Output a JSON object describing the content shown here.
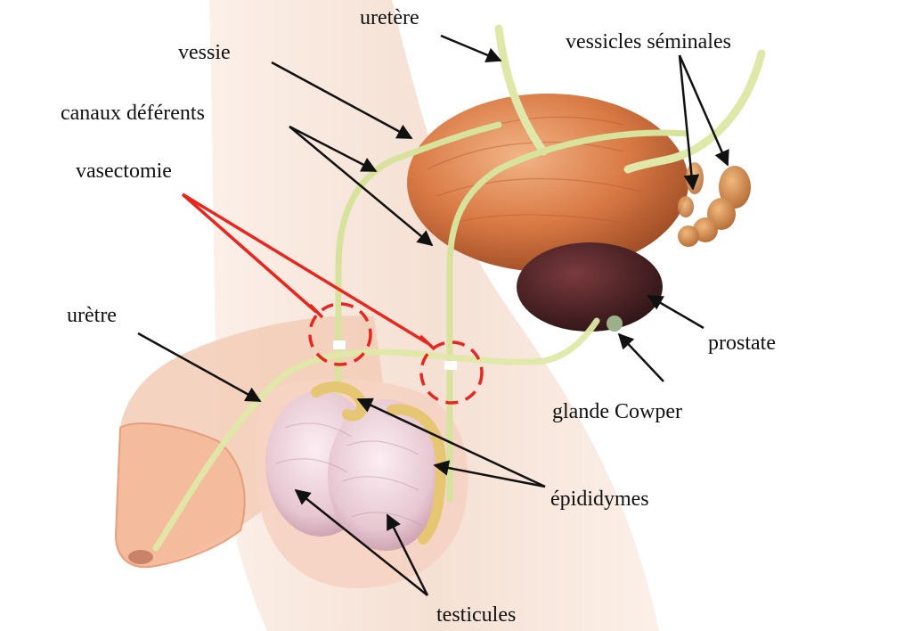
{
  "labels": {
    "uretere": "uretère",
    "vessie": "vessie",
    "vesicules_seminales": "vessicles séminales",
    "canaux_deferents": "canaux déférents",
    "vasectomie": "vasectomie",
    "uretre": "urètre",
    "prostate": "prostate",
    "glande_cowper": "glande Cowper",
    "epididymes": "épididymes",
    "testicules": "testicules"
  },
  "colors": {
    "skin": "#f3d9c8",
    "bladder": "#c96a3c",
    "prostate": "#4a2226",
    "duct": "#d9e3a0",
    "testis": "#ead0d8",
    "epididymis": "#e8c878",
    "vasectomy_marker": "#e8261e",
    "pointer": "#111111"
  }
}
